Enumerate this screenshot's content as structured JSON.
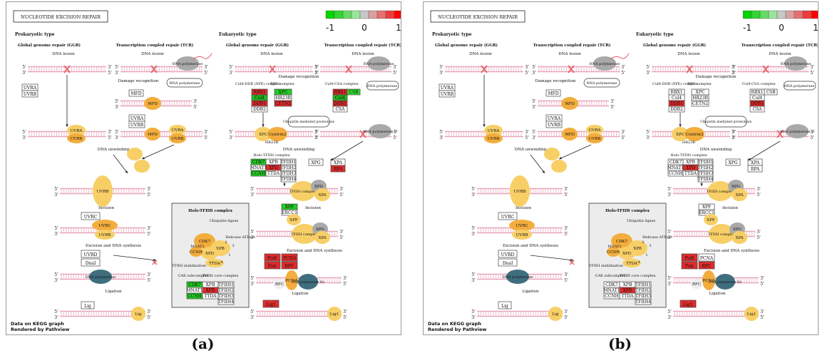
{
  "caption_a": "(a)",
  "caption_b": "(b)",
  "title": "NUCLEOTIDE EXCISION REPAIR",
  "legend": {
    "ticks": [
      "-1",
      "0",
      "1"
    ],
    "colors": [
      "#00d400",
      "#33d533",
      "#66dd66",
      "#99e699",
      "#c8c8c8",
      "#d9a0a0",
      "#e67070",
      "#ee3b3b",
      "#ff0000"
    ]
  },
  "headings": {
    "prokaryotic": "Prokaryotic type",
    "eukaryotic": "Eukaryotic type",
    "ggr": "Global genome repair (GGR)",
    "tcr": "Transcription coupled repair (TCR)"
  },
  "steps": {
    "dna_lesion": "DNA lesion",
    "damage_recognition": "Damage recognition",
    "dna_unwinding": "DNA unwinding",
    "incision": "Incision",
    "excision": "Excision and DNA synthesis",
    "ligation": "Ligation",
    "ubiquitin": "Ubiquitin mediated proteolysis"
  },
  "prok_genes": {
    "uvra": "UVRA",
    "uvrb": "UVRB",
    "mfd": "MFD",
    "uvrc": "UVRC",
    "uvrd": "UVRD",
    "dnai": "DnaI",
    "lig": "Lig",
    "rnapol": "RNA polymerase"
  },
  "blobs": {
    "uvra": "UVRA",
    "uvrb": "UVRB",
    "mfd": "MFD",
    "uvrc": "UVRC",
    "dnapol": "DNA polymerase",
    "lig": "Lig",
    "rnapol": "RNA polymerase",
    "rnapol2": "RNA polymerase II",
    "xpc": "XPC",
    "centrin2": "Centrin2",
    "hr23b": "HR23B",
    "tfiih": "TFIIH complex",
    "xpg": "XPG",
    "xpa": "XPA",
    "rpa": "RPA",
    "xpf": "XPF",
    "ercc1": "ERCC1",
    "pcna": "PCNA",
    "dnapole": "DNA polymerase δ/ε",
    "lig1": "Lig1",
    "rfc": "RFC"
  },
  "euk_labels": {
    "cul4ddb": "Cul4-DDB (XPE) complex",
    "xpc_complex": "XPC complex",
    "cul4csa": "Cul4-CSA complex",
    "holo_tfiih": "Holo-TFIIH complex"
  },
  "genes": {
    "rbx1": "RBX1",
    "cul4": "Cul4",
    "ddb1": "DDB1",
    "ddb2": "DDB2",
    "xpc": "XPC",
    "hr23b": "HR23B",
    "cetn2": "CETN2",
    "csa": "CSA",
    "csb": "CSB",
    "cdk7": "CDK7",
    "mnat1": "MNAT1",
    "ccnh": "CCNH",
    "xpb": "XPB",
    "xpd": "XPD",
    "ttda": "TTDA",
    "tfiih1": "TFIIH1",
    "tfiih2": "TFIIH2",
    "tfiih3": "TFIIH3",
    "tfiih4": "TFIIH4",
    "xpg": "XPG",
    "xpa": "XPA",
    "rpa": "RPA",
    "xpf": "XPF",
    "ercc1": "ERCC1",
    "pold": "Polδ",
    "pole": "Polε",
    "pcna": "PCNA",
    "rfc": "RFC",
    "lig1": "Lig1"
  },
  "inset": {
    "title": "Holo-TFIIH complex",
    "ubiquitin": "Ubiquitin ligase",
    "helicase": "Helicase ATPase",
    "stabilization": "TFIIH stabilization",
    "cak": "CAK subcomplex",
    "core": "TFIIH core complex",
    "n1": "1",
    "n2": "2",
    "n3": "3",
    "n4": "4"
  },
  "footer": {
    "line1": "Data on KEGG graph",
    "line2": "Rendered by Pathview"
  },
  "strand_labels": {
    "five": "5'",
    "three": "3'"
  },
  "colors_a": {
    "rbx1": "#e12b2b",
    "cul4": "#22bb22",
    "ddb1": "#e12b2b",
    "ddb2": "#ffffff",
    "xpc": "#22cc22",
    "hr23b": "#ffffff",
    "cetn2": "#e12b2b",
    "csa": "#ffffff",
    "csb": "#33dd33",
    "cdk7": "#22cc22",
    "mnat1": "#ffffff",
    "ccnh": "#22cc22",
    "xpb": "#ffffff",
    "xpd": "#e12b2b",
    "ttda": "#ffffff",
    "tfiih1": "#ffffff",
    "tfiih2": "#ffffff",
    "tfiih3": "#ffffff",
    "tfiih4": "#ffffff",
    "xpg": "#ffffff",
    "xpa": "#ffffff",
    "rpa": "#e12b2b",
    "xpf": "#22cc22",
    "ercc1": "#ffffff",
    "pold": "#e12b2b",
    "pole": "#e12b2b",
    "pcna": "#e12b2b",
    "rfc": "#e12b2b",
    "lig1": "#e12b2b"
  },
  "colors_b": {
    "rbx1": "#ffffff",
    "cul4": "#ffffff",
    "ddb1": "#e12b2b",
    "ddb2": "#ffffff",
    "xpc": "#ffffff",
    "hr23b": "#ffffff",
    "cetn2": "#ffffff",
    "csa": "#ffffff",
    "csb": "#ffffff",
    "cdk7": "#ffffff",
    "mnat1": "#ffffff",
    "ccnh": "#ffffff",
    "xpb": "#ffffff",
    "xpd": "#e12b2b",
    "ttda": "#ffffff",
    "tfiih1": "#ffffff",
    "tfiih2": "#ffffff",
    "tfiih3": "#ffffff",
    "tfiih4": "#ffffff",
    "xpg": "#ffffff",
    "xpa": "#ffffff",
    "rpa": "#ffffff",
    "xpf": "#ffffff",
    "ercc1": "#ffffff",
    "pold": "#e12b2b",
    "pole": "#e12b2b",
    "pcna": "#ffffff",
    "rfc": "#e12b2b",
    "lig1": "#e12b2b"
  }
}
